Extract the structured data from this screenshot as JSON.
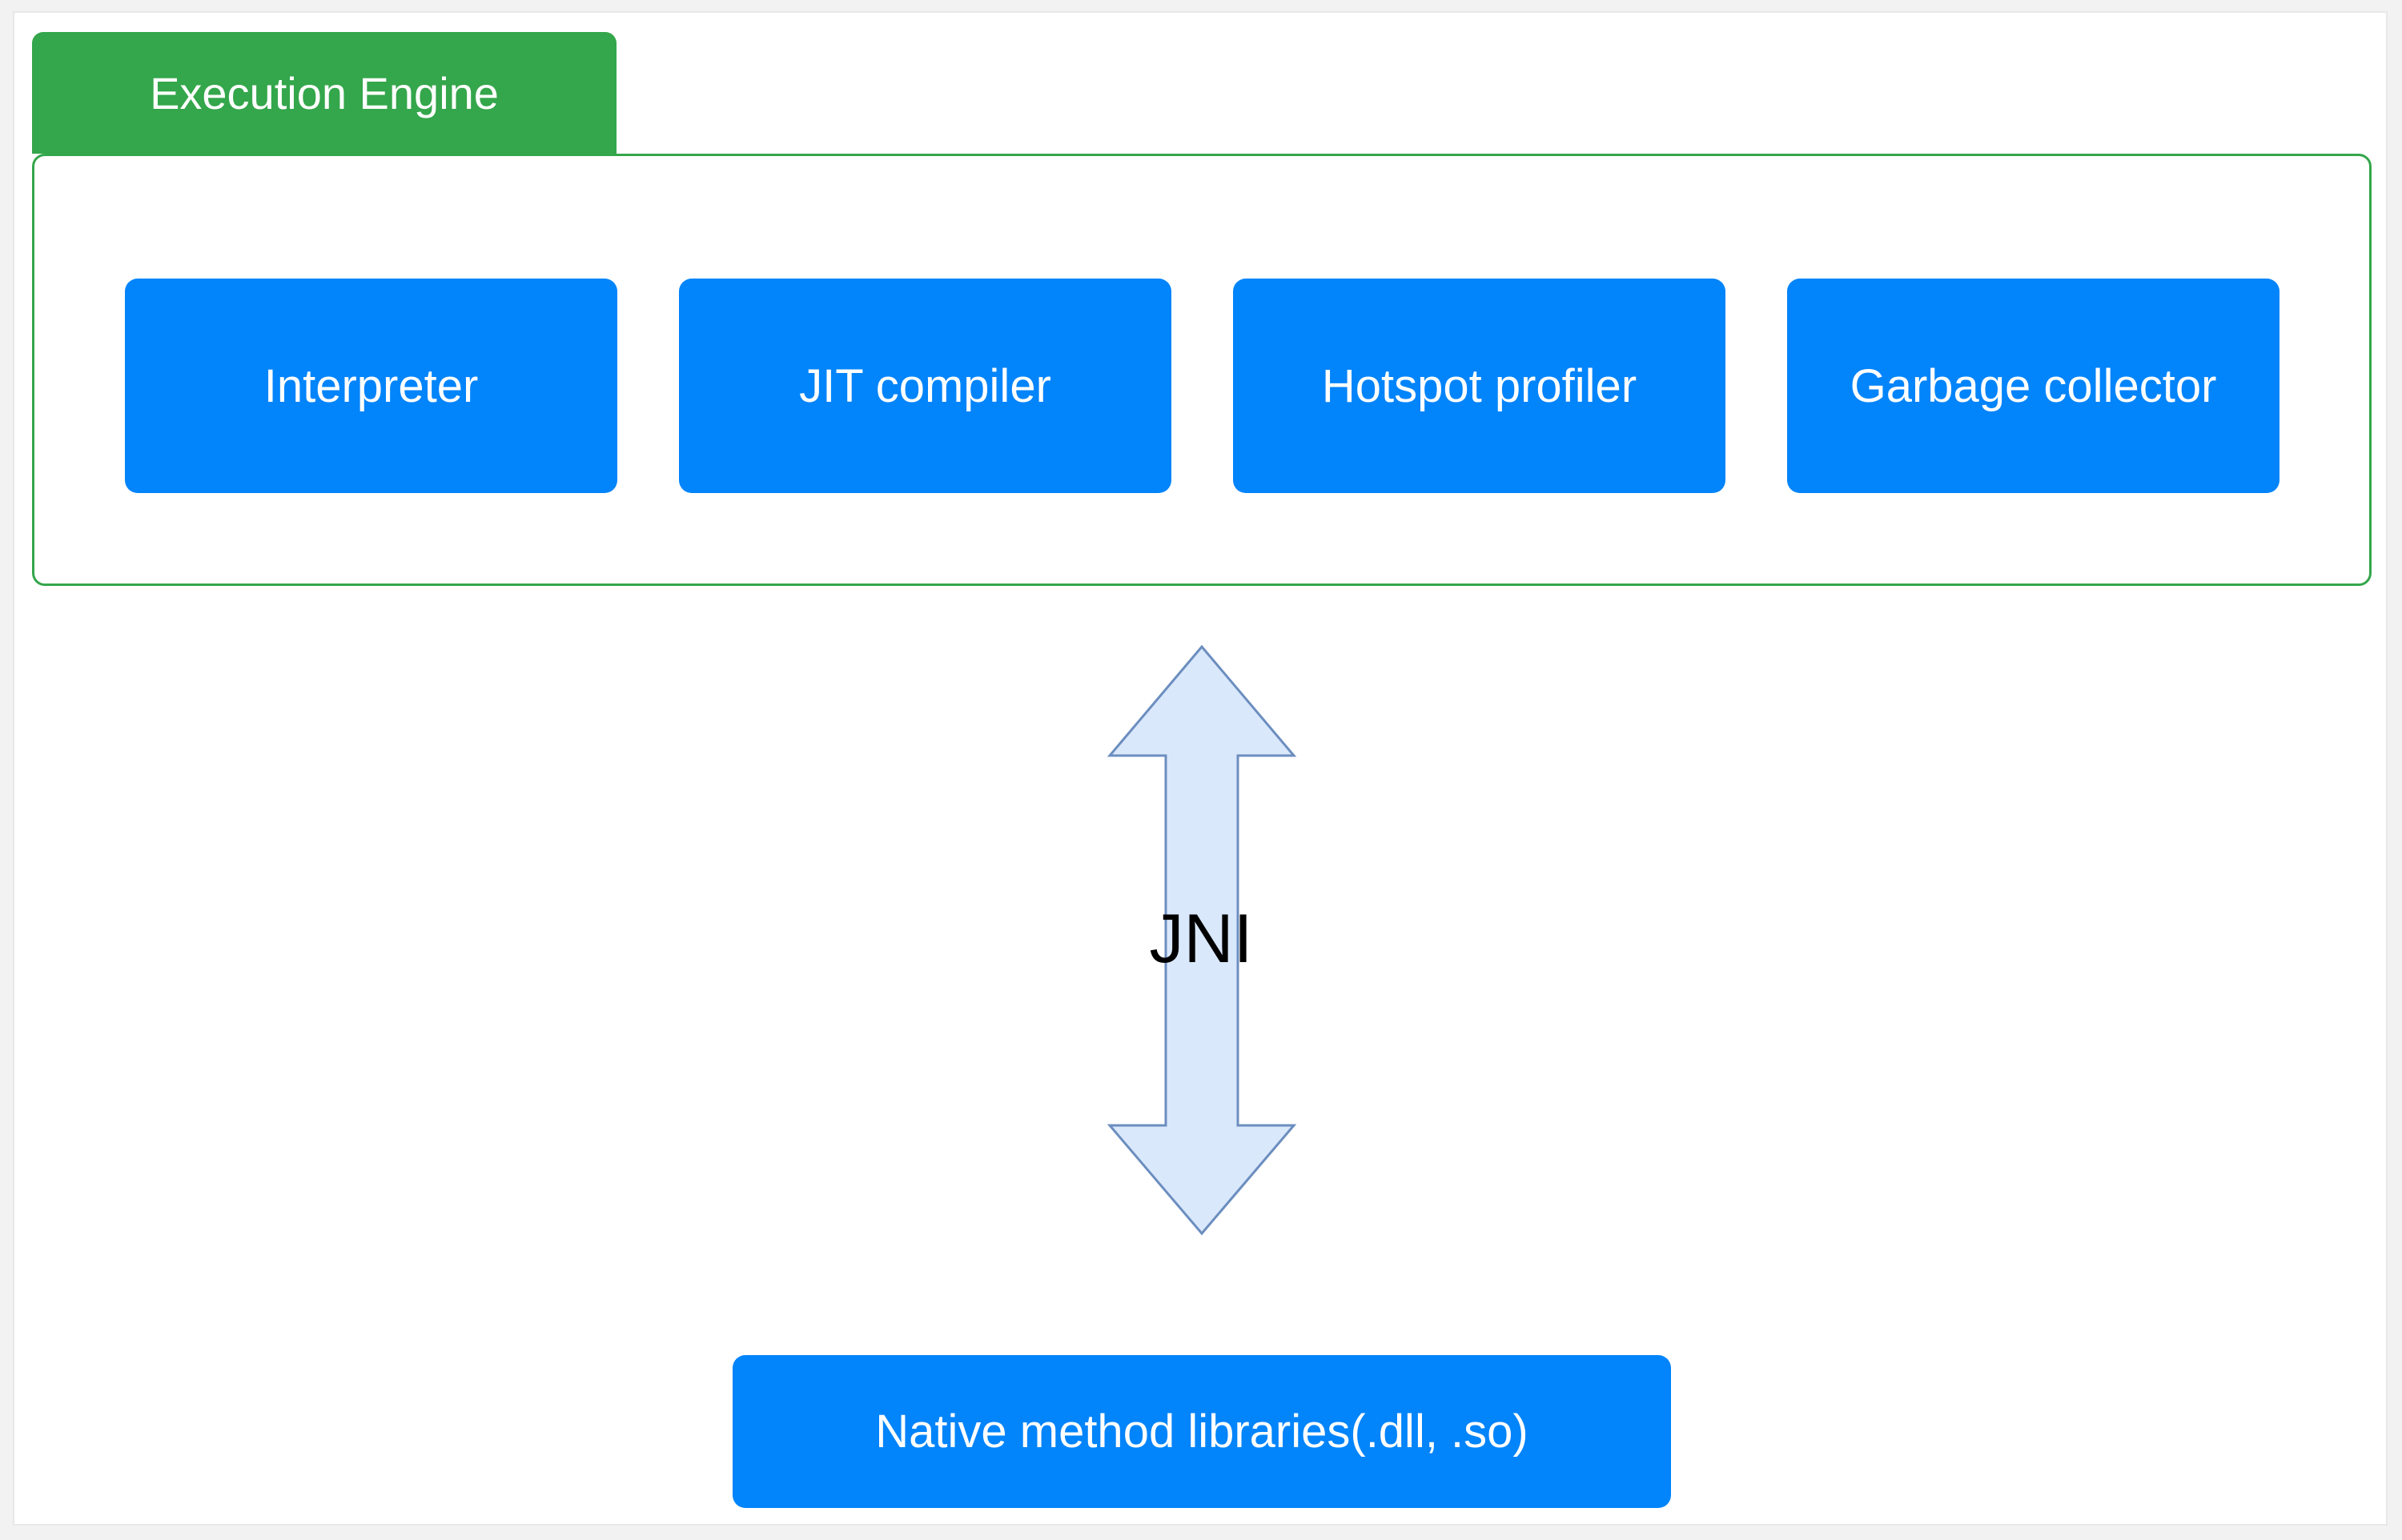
{
  "engine": {
    "title": "Execution Engine",
    "components": [
      "Interpreter",
      "JIT compiler",
      "Hotspot profiler",
      "Garbage collector"
    ]
  },
  "connector": {
    "label": "JNI",
    "direction": "bidirectional",
    "icon": "double-headed-vertical-arrow"
  },
  "native": {
    "label": "Native method libraries(.dll, .so)"
  },
  "colors": {
    "engine_green": "#34a64b",
    "box_blue": "#0284fb",
    "arrow_fill": "#dae8fc",
    "arrow_stroke": "#6c8ebf"
  }
}
